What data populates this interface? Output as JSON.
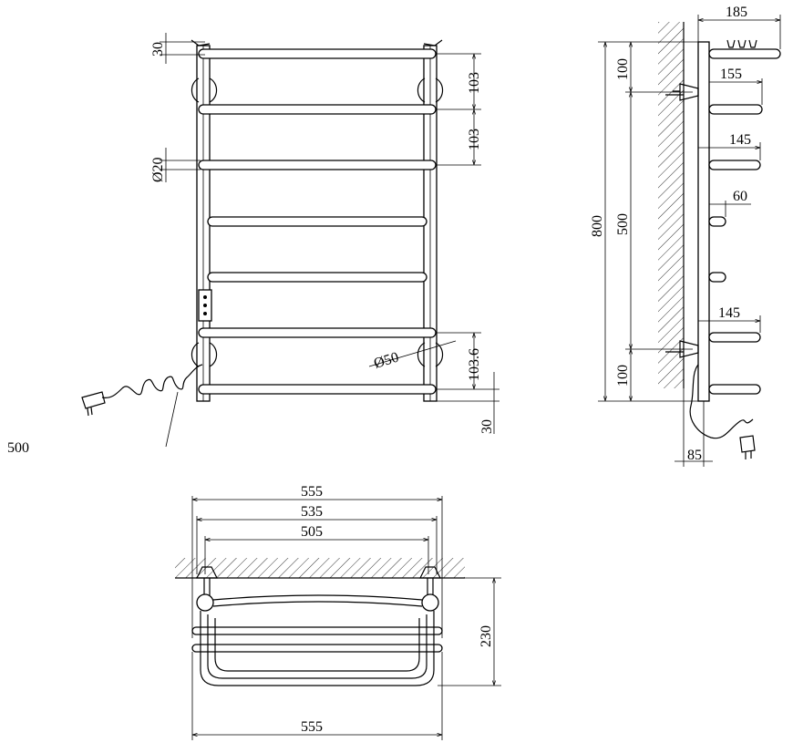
{
  "front_view": {
    "dims": {
      "top_offset": "30",
      "rung_spacing_1": "103",
      "rung_spacing_2": "103",
      "tube_diameter": "Ø20",
      "flange_diameter": "Ø50",
      "rung_spacing_bottom": "103.6",
      "bottom_offset": "30",
      "cable_length": "500"
    }
  },
  "side_view": {
    "dims": {
      "depth_top": "185",
      "depth_2": "155",
      "depth_3": "145",
      "depth_4": "60",
      "depth_5": "145",
      "total_height": "800",
      "mount_top": "100",
      "mount_spacing": "500",
      "mount_bottom": "100",
      "wall_gap": "85"
    }
  },
  "top_view": {
    "dims": {
      "width_outer": "555",
      "width_mid": "535",
      "mount_width": "505",
      "depth": "230",
      "width_bottom": "555"
    }
  }
}
